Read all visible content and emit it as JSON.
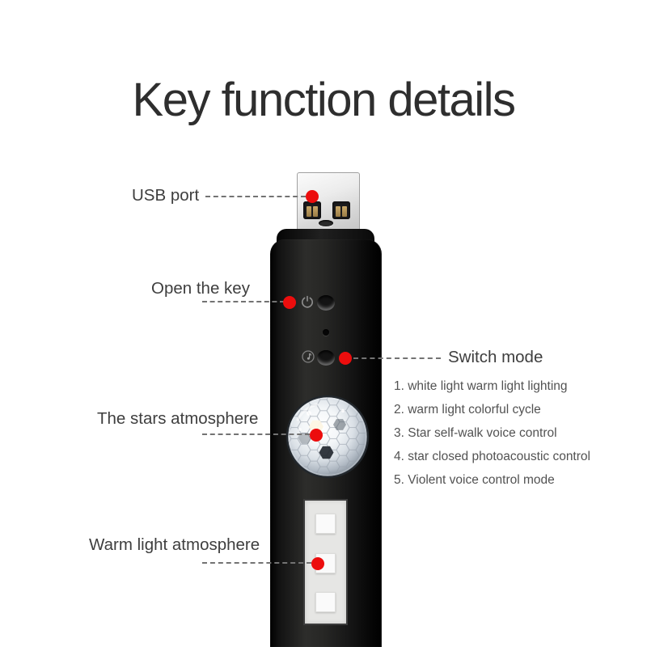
{
  "title": "Key function details",
  "callouts": {
    "usb_port": {
      "label": "USB port"
    },
    "open_key": {
      "label": "Open the key"
    },
    "switch_mode": {
      "label": "Switch mode"
    },
    "stars": {
      "label": "The stars atmosphere"
    },
    "warm_light": {
      "label": "Warm light atmosphere"
    }
  },
  "mode_list": {
    "items": [
      "1. white light warm light lighting",
      "2. warm light colorful cycle",
      "3. Star self-walk voice control",
      "4. star closed photoacoustic control",
      "5. Violent voice control mode"
    ]
  },
  "icons": {
    "power_icon": "⏻",
    "mode_icon": "♪",
    "marker_dot": "●"
  },
  "colors": {
    "accent_red": "#ec0d0d",
    "title_text": "#2e2e2e",
    "label_text": "#3e3e3e",
    "list_text": "#525252",
    "line_gray": "#737373"
  }
}
